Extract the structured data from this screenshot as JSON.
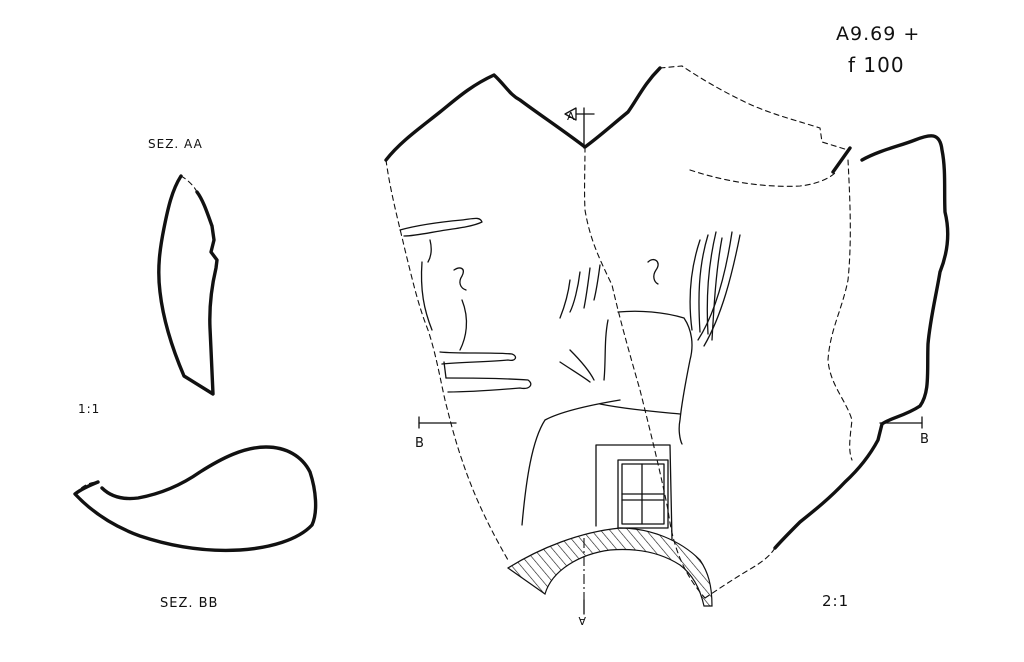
{
  "labels": {
    "catalog_number": "A9.69 +",
    "catalog_sub": "f 100",
    "section_aa": "SEZ. AA",
    "section_bb": "SEZ. BB",
    "scale_sections": "1:1",
    "scale_main": "2:1",
    "marker_a_top": "A",
    "marker_a_bottom": "A",
    "marker_b_left": "B",
    "marker_b_right": "B"
  }
}
